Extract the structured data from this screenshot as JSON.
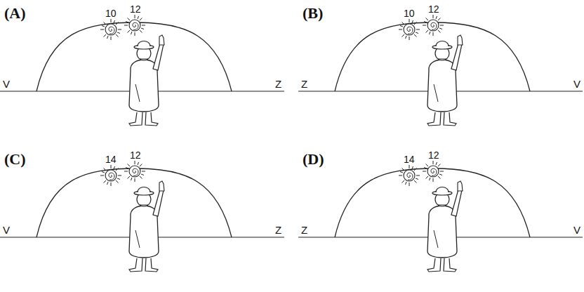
{
  "diagram": {
    "labels": [
      "(A)",
      "10",
      "12",
      "V",
      "Z",
      "(B)",
      "10",
      "12",
      "Z",
      "V",
      "(C)",
      "14",
      "12",
      "V",
      "Z",
      "(D)",
      "14",
      "12",
      "Z",
      "V"
    ]
  }
}
